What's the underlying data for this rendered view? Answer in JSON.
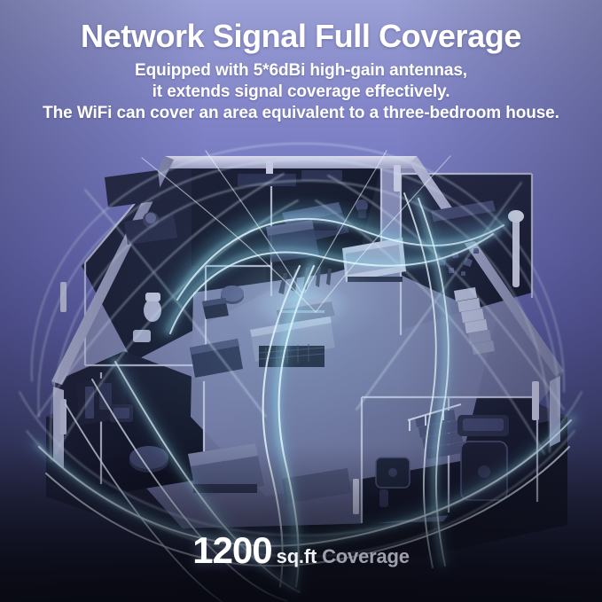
{
  "page": {
    "headline": "Network Signal Full Coverage",
    "subtitle_lines": [
      "Equipped with 5*6dBi high-gain antennas,",
      "it extends signal coverage effectively.",
      "The WiFi can cover an area equivalent to a three-bedroom house."
    ]
  },
  "caption": {
    "number": "1200",
    "unit": "sq.ft",
    "word": "Coverage"
  },
  "scene": {
    "description": "3D isometric cutaway of a three-bedroom house with furniture, a 5-antenna WiFi router, and glowing cyan signal waves spreading through the rooms",
    "router_label": "wifi-router",
    "rooms": [
      "living-room",
      "master-bedroom",
      "second-bedroom",
      "third-bedroom",
      "kitchen",
      "bathroom",
      "hallway",
      "staircase"
    ]
  },
  "colors": {
    "bg_top": "#9ba0d5",
    "bg_mid": "#6b6db8",
    "bg_bottom": "#0a0b14",
    "wave_glow": "#a8d8e8",
    "wave_core": "#d8f0fa",
    "wall_light": "#c9cbe4",
    "floor": "#8f93b8",
    "room_dark": "#1d2038",
    "caption_word": "#9fa0ae",
    "text_white": "#ffffff"
  }
}
